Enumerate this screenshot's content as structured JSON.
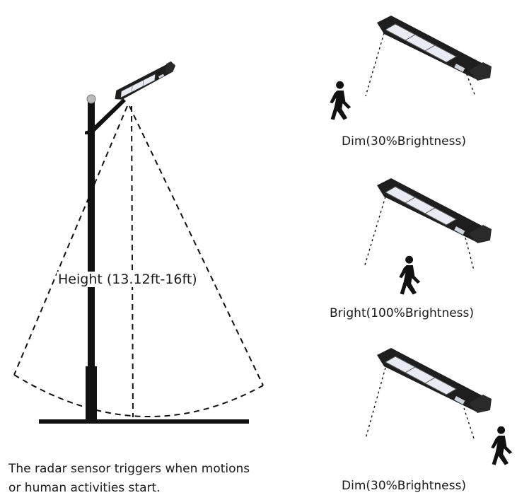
{
  "height_label": "Height (13.12ft-16ft)",
  "panels": [
    {
      "caption": "Dim(30%Brightness)"
    },
    {
      "caption": "Bright(100%Brightness)"
    },
    {
      "caption": "Dim(30%Brightness)"
    }
  ],
  "description": {
    "line1": "The radar sensor triggers when motions",
    "line2": "or human activities start."
  }
}
